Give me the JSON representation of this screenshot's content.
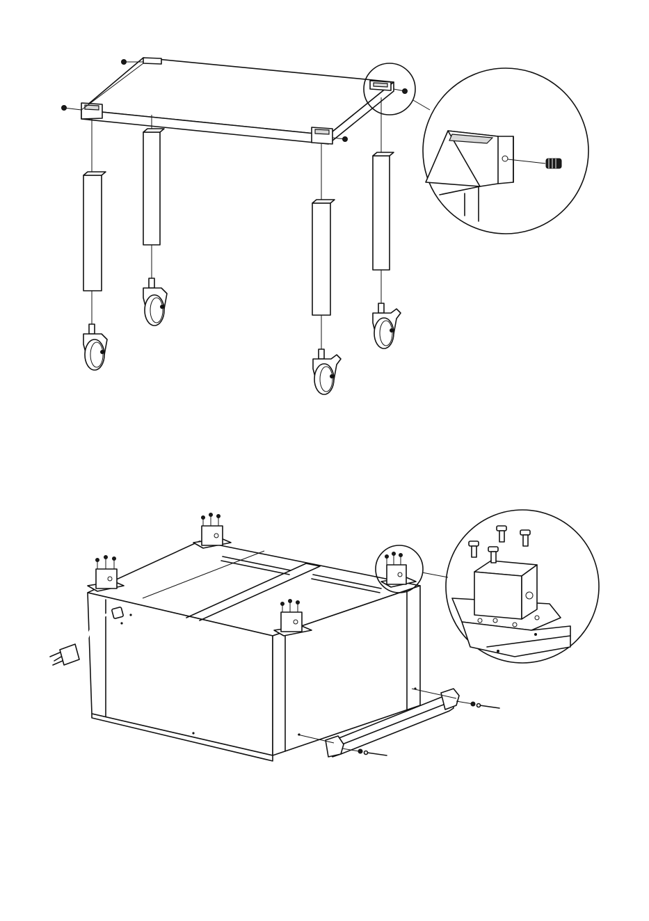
{
  "figure": {
    "steps": [
      {
        "id": "frame-casters",
        "parts": [
          "top-frame",
          "leg",
          "caster-wheel",
          "set-screw"
        ]
      },
      {
        "id": "unit-feet-handle",
        "parts": [
          "unit-housing",
          "mount-bracket",
          "bolt",
          "power-plug",
          "handle-bar"
        ]
      }
    ],
    "colors": {
      "line": "#111111",
      "background": "#ffffff",
      "shade": "#d9d9d9"
    }
  }
}
